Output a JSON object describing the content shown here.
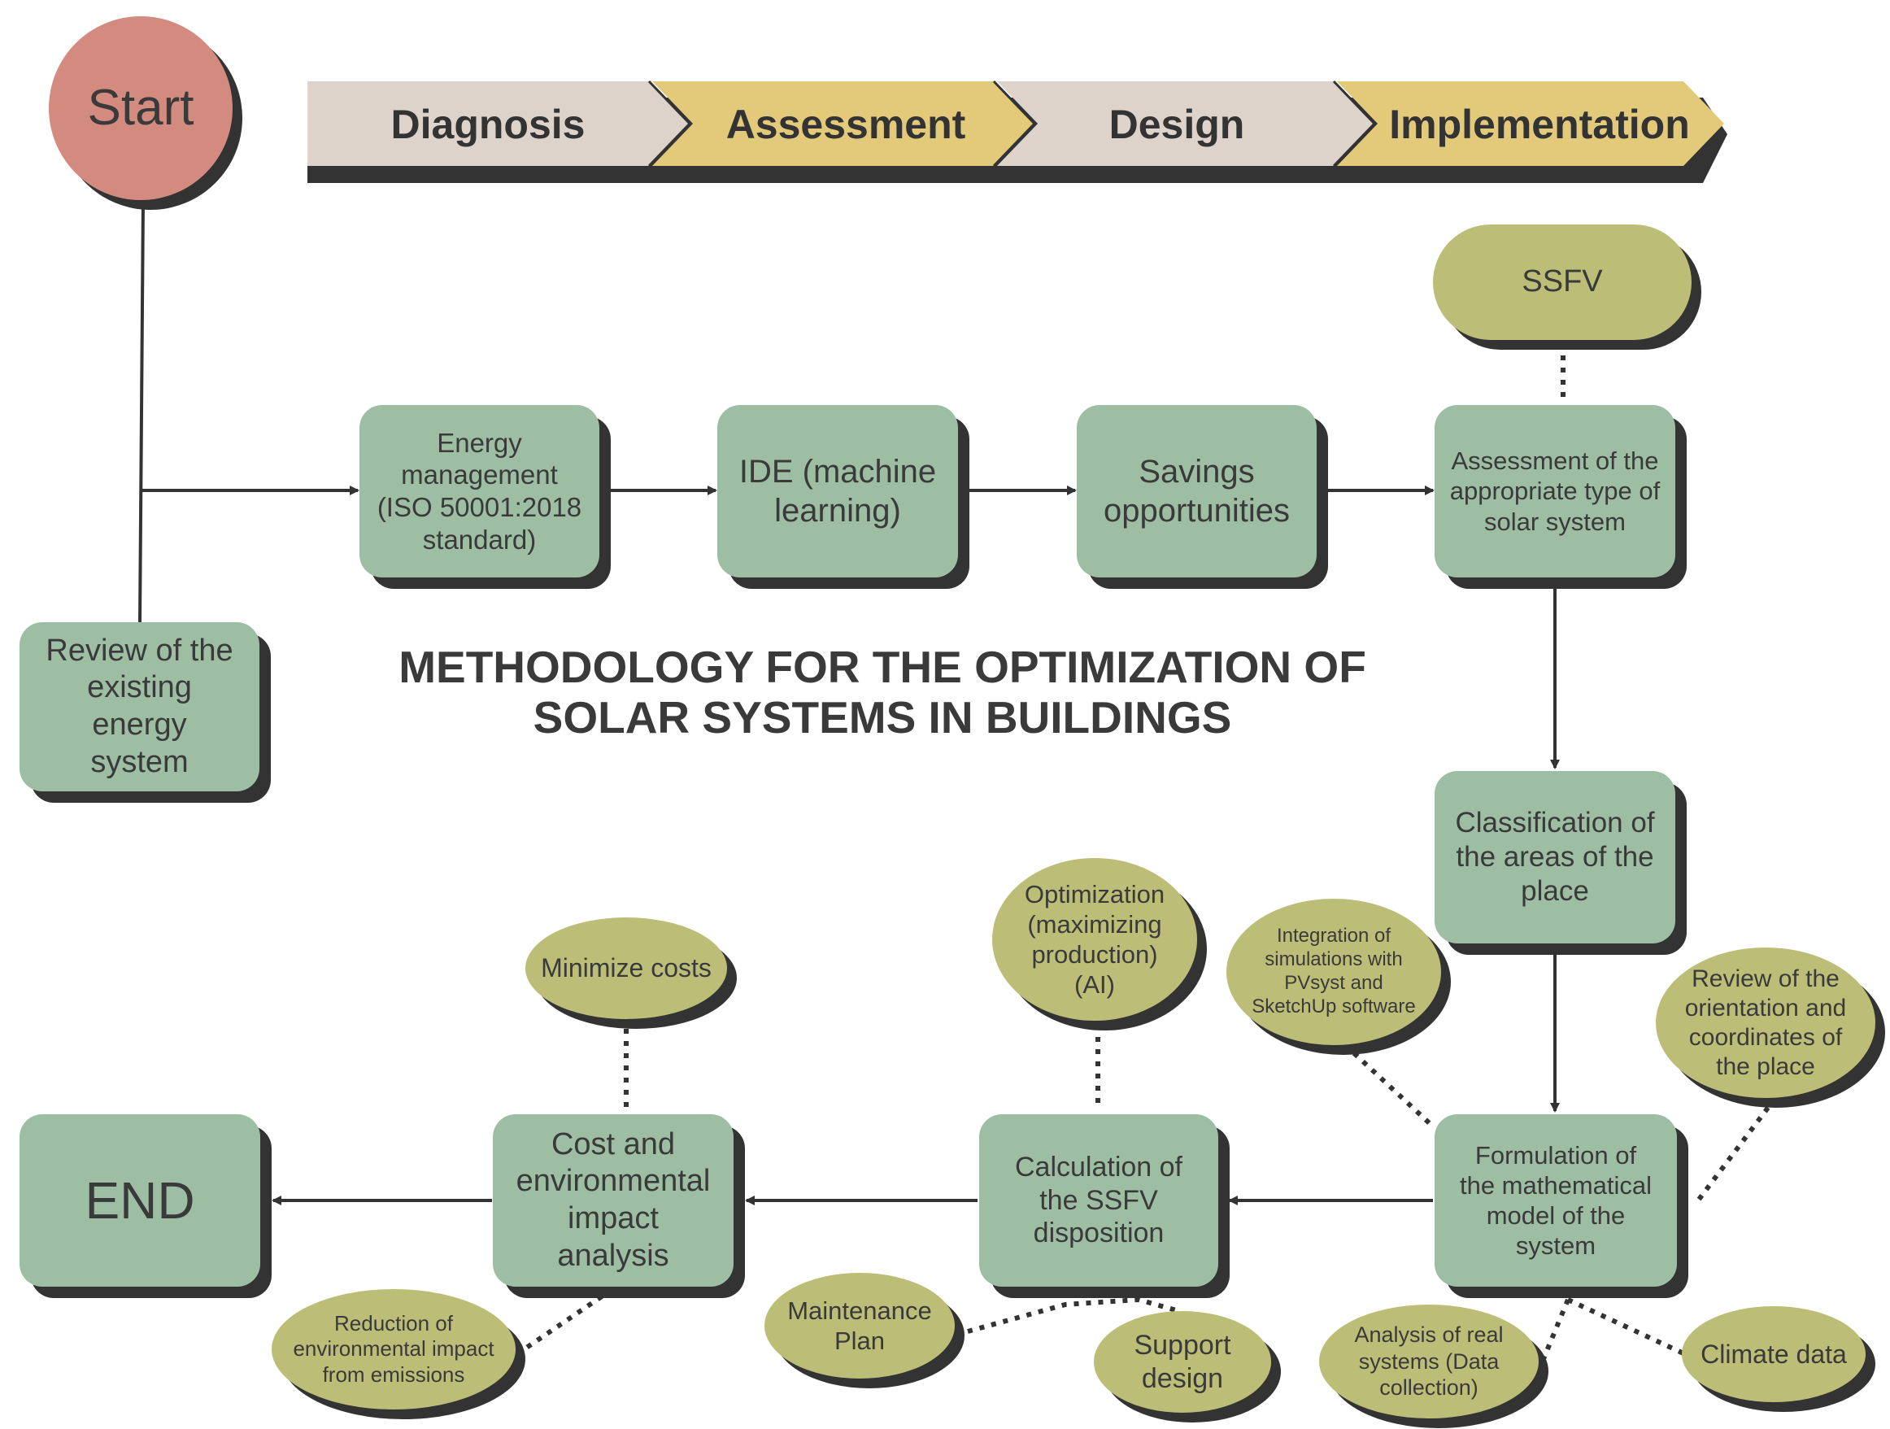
{
  "title": "METHODOLOGY FOR THE OPTIMIZATION OF\nSOLAR SYSTEMS IN BUILDINGS",
  "phases": [
    "Diagnosis",
    "Assessment",
    "Design",
    "Implementation"
  ],
  "colors": {
    "box": "#9dbea3",
    "pill": "#bcbe78",
    "start": "#d38b7f",
    "phase_light": "#ddd3ca",
    "phase_gold": "#e3c97a",
    "shadow": "#333333",
    "text": "#3a3a3a"
  },
  "nodes": {
    "start": "Start",
    "review_existing": "Review of the\nexisting\nenergy\nsystem",
    "energy_management": "Energy\nmanagement\n(ISO 50001:2018\nstandard)",
    "ide": "IDE (machine\nlearning)",
    "savings": "Savings\nopportunities",
    "assessment_type": "Assessment of the\nappropriate type of\nsolar system",
    "ssfv": "SSFV",
    "classification": "Classification of\nthe areas of the\nplace",
    "integration": "Integration of\nsimulations with\nPVsyst and\nSketchUp software",
    "review_orientation": "Review of the\norientation and\ncoordinates of\nthe place",
    "formulation": "Formulation of\nthe mathematical\nmodel of the\nsystem",
    "analysis_real": "Analysis of real\nsystems (Data\ncollection)",
    "climate": "Climate data",
    "calculation": "Calculation of\nthe SSFV\ndisposition",
    "optimization": "Optimization\n(maximizing\nproduction)\n(AI)",
    "maintenance": "Maintenance\nPlan",
    "support": "Support\ndesign",
    "cost": "Cost and\nenvironmental\nimpact\nanalysis",
    "minimize": "Minimize costs",
    "reduction": "Reduction of\nenvironmental impact\nfrom emissions",
    "end": "END"
  }
}
